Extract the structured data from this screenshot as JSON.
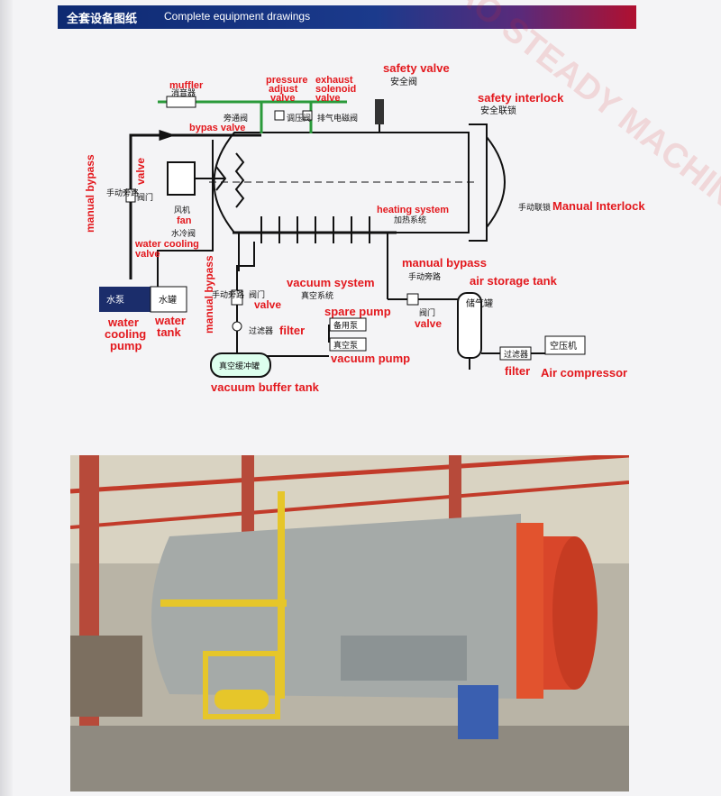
{
  "header": {
    "title_zh": "全套设备图纸",
    "title_en": "Complete equipment drawings"
  },
  "labels": {
    "muffler": "muffler",
    "muffler_zh": "消音器",
    "pressure_adjust": [
      "pressure",
      "adjust",
      "valve"
    ],
    "exhaust": [
      "exhaust",
      "solenoid",
      "valve"
    ],
    "safety_valve": "safety valve",
    "safety_valve_zh": "安全阀",
    "safety_interlock": "safety interlock",
    "safety_interlock_zh": "安全联锁",
    "bypass_zh": "旁通阀",
    "tiaoya_zh": "调压阀",
    "paiqi_zh": "排气电磁阀",
    "bypas_valve": "bypas valve",
    "manual_bypass_left": "manual bypass",
    "valve_left": "valve",
    "manual_bypass_zh": "手动旁路",
    "famen_zh": "阀门",
    "fengji_zh": "风机",
    "fan": "fan",
    "shuilengfa_zh": "水冷阀",
    "water_cooling_valve": [
      "water cooling",
      "valve"
    ],
    "heating_system": "heating system",
    "heating_zh": "加热系统",
    "manual_interlock_zh": "手动联锁",
    "manual_interlock": "Manual Interlock",
    "manual_bypass_right": "manual bypass",
    "air_storage_tank": "air storage tank",
    "air_storage_zh": "储气罐",
    "manual_bypass_mid": "manual bypass",
    "valve_mid": "valve",
    "vacuum_system": "vacuum system",
    "vacuum_zh": "真空系统",
    "water_cooling_pump": [
      "water",
      "cooling",
      "pump"
    ],
    "water_tank": [
      "water",
      "tank"
    ],
    "pump_zh": "水泵",
    "tank_zh": "水罐",
    "filter_zh": "过滤器",
    "filter_mid": "filter",
    "spare_pump": "spare pump",
    "spare_zh": "备用泵",
    "vacuum_pump_zh": "真空泵",
    "vacuum_pump": "vacuum pump",
    "buffer_zh": "真空缓冲罐",
    "vacuum_buffer_tank": "vacuum buffer tank",
    "valve_right": "valve",
    "filter_right": "filter",
    "compressor_zh": "空压机",
    "air_compressor": "Air compressor"
  },
  "watermark": "QINGDAO STEADY MACHINERY CO.,LTD.",
  "colors": {
    "accent_red": "#e3181d",
    "header_blue": "#1b3a8c",
    "pipe": "#111111",
    "green_pipe": "#2a9a3a"
  }
}
